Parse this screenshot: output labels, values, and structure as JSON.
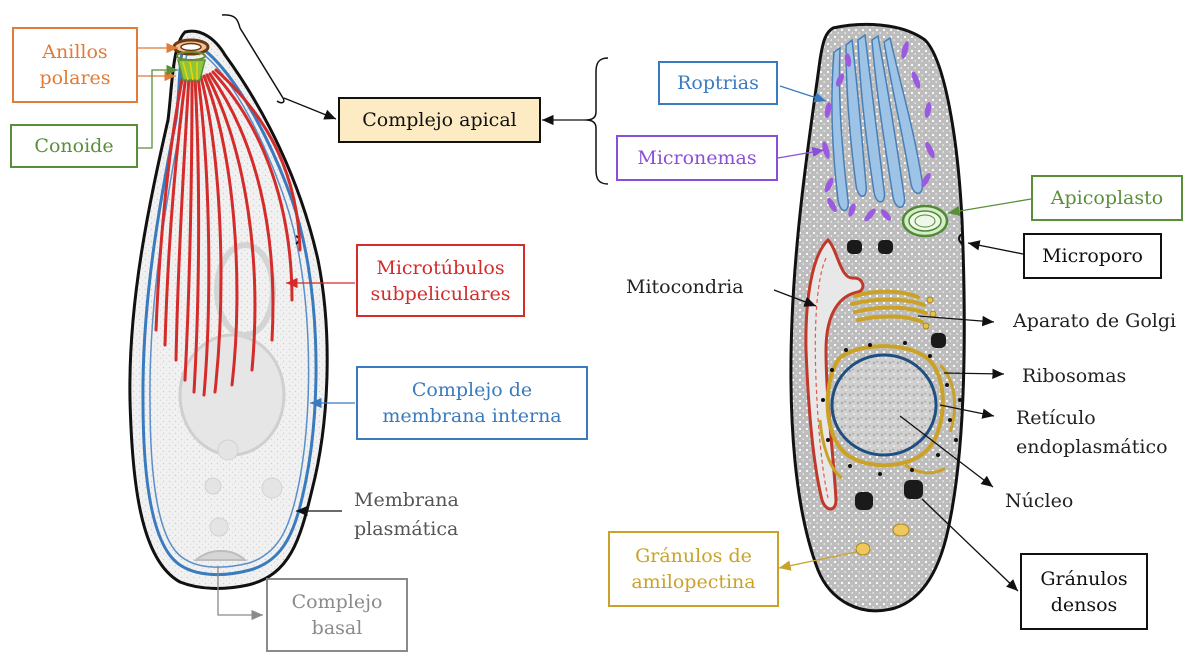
{
  "left_labels": {
    "anillos_polares": "Anillos\npolares",
    "conoide": "Conoide",
    "complejo_apical": "Complejo apical",
    "microtubulos": "Microtúbulos\nsubpeliculares",
    "complejo_membrana": "Complejo de\nmembrana interna",
    "membrana_plasmatica": "Membrana\nplasmática",
    "complejo_basal": "Complejo\nbasal"
  },
  "right_labels": {
    "roptrias": "Roptrias",
    "micronemas": "Micronemas",
    "apicoplasto": "Apicoplasto",
    "microporo": "Microporo",
    "mitocondria": "Mitocondria",
    "golgi": "Aparato de Golgi",
    "ribosomas": "Ribosomas",
    "reticulo": "Retículo\nendoplasmático",
    "nucleo": "Núcleo",
    "granulos_amilopectina": "Gránulos de\namilopectina",
    "granulos_densos": "Gránulos\ndensos"
  },
  "colors": {
    "orange": "#e07b39",
    "green": "#5a8f3a",
    "red": "#d42b2b",
    "blue": "#3a7bbf",
    "purple": "#8a4fd6",
    "gold": "#c9a227",
    "gray": "#8a8a8a",
    "black": "#111111",
    "apical_fill": "#fdebc4"
  }
}
